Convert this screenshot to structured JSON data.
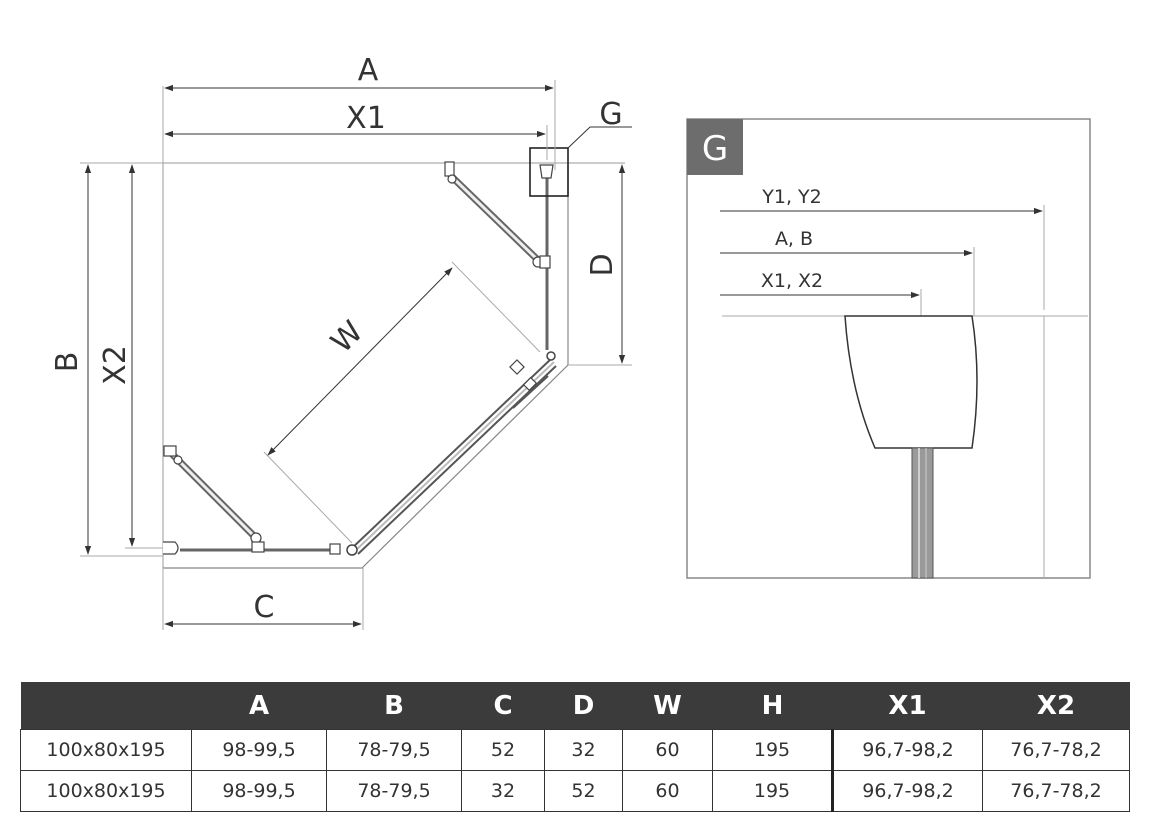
{
  "diagram": {
    "labels": {
      "a": "A",
      "x1": "X1",
      "g": "G",
      "b": "B",
      "x2": "X2",
      "d": "D",
      "w": "W",
      "c": "C"
    },
    "detail": {
      "badge": "G",
      "line1": "Y1, Y2",
      "line2": "A, B",
      "line3": "X1, X2"
    }
  },
  "table": {
    "headers": [
      "",
      "A",
      "B",
      "C",
      "D",
      "W",
      "H",
      "X1",
      "X2"
    ],
    "rows": [
      [
        "100x80x195",
        "98-99,5",
        "78-79,5",
        "52",
        "32",
        "60",
        "195",
        "96,7-98,2",
        "76,7-78,2"
      ],
      [
        "100x80x195",
        "98-99,5",
        "78-79,5",
        "32",
        "52",
        "60",
        "195",
        "96,7-98,2",
        "76,7-78,2"
      ]
    ]
  }
}
